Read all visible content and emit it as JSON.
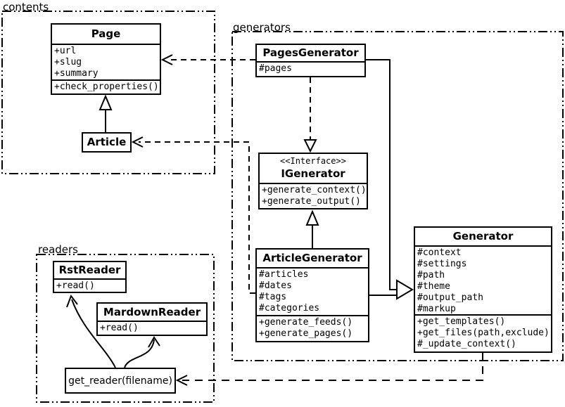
{
  "packages": {
    "contents": {
      "label": "contents"
    },
    "generators": {
      "label": "generators"
    },
    "readers": {
      "label": "readers"
    }
  },
  "classes": {
    "page": {
      "name": "Page",
      "attributes": [
        "+url",
        "+slug",
        "+summary"
      ],
      "methods": [
        "+check_properties()"
      ]
    },
    "article": {
      "name": "Article"
    },
    "pages_generator": {
      "name": "PagesGenerator",
      "attributes": [
        "#pages"
      ]
    },
    "igenerator": {
      "stereotype": "<<Interface>>",
      "name": "IGenerator",
      "methods": [
        "+generate_context()",
        "+generate_output()"
      ]
    },
    "article_generator": {
      "name": "ArticleGenerator",
      "attributes": [
        "#articles",
        "#dates",
        "#tags",
        "#categories"
      ],
      "methods": [
        "+generate_feeds()",
        "+generate_pages()"
      ]
    },
    "generator": {
      "name": "Generator",
      "attributes": [
        "#context",
        "#settings",
        "#path",
        "#theme",
        "#output_path",
        "#markup"
      ],
      "methods": [
        "+get_templates()",
        "+get_files(path,exclude)",
        "#_update_context()"
      ]
    },
    "rst_reader": {
      "name": "RstReader",
      "methods": [
        "+read()"
      ]
    },
    "mardown_reader": {
      "name": "MardownReader",
      "methods": [
        "+read()"
      ]
    },
    "get_reader": {
      "label": "get_reader(filename)"
    }
  },
  "colors": {
    "line": "#000000",
    "background": "#ffffff"
  }
}
